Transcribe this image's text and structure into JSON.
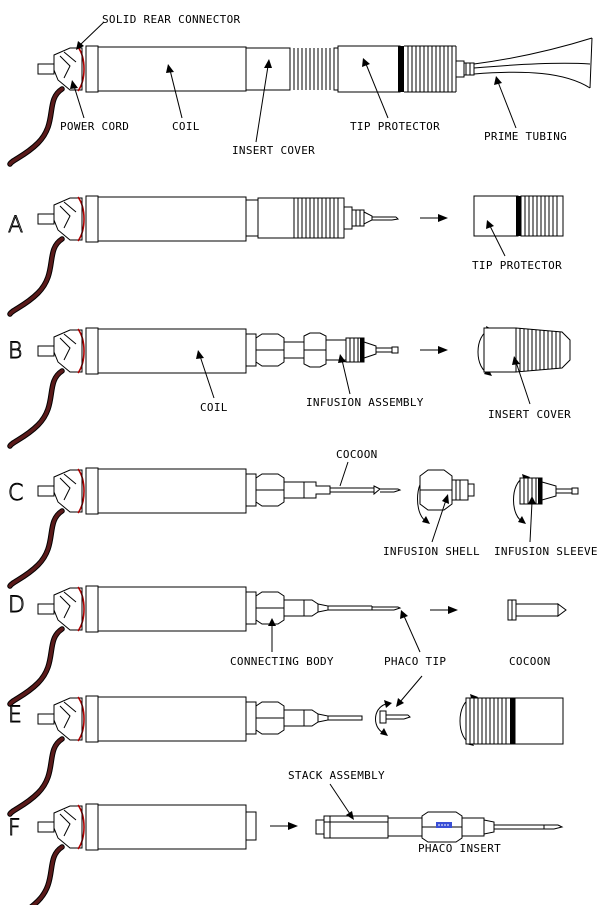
{
  "labels": {
    "solid_rear_connector": "SOLID REAR CONNECTOR",
    "power_cord": "POWER CORD",
    "coil_top": "COIL",
    "insert_cover_top": "INSERT COVER",
    "tip_protector_top": "TIP PROTECTOR",
    "prime_tubing": "PRIME TUBING",
    "tip_protector_a": "TIP PROTECTOR",
    "coil_b": "COIL",
    "infusion_assembly": "INFUSION ASSEMBLY",
    "insert_cover_b": "INSERT COVER",
    "cocoon_c": "COCOON",
    "infusion_shell": "INFUSION SHELL",
    "infusion_sleeve": "INFUSION SLEEVE",
    "connecting_body": "CONNECTING BODY",
    "phaco_tip_d": "PHACO TIP",
    "cocoon_d": "COCOON",
    "stack_assembly": "STACK ASSEMBLY",
    "phaco_insert": "PHACO INSERT"
  },
  "steps": {
    "a": "A",
    "b": "B",
    "c": "C",
    "d": "D",
    "e": "E",
    "f": "F"
  }
}
